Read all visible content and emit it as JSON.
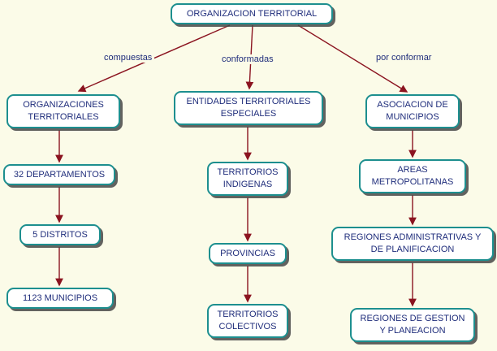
{
  "diagram": {
    "type": "concept-map",
    "root": {
      "label": "ORGANIZACION TERRITORIAL"
    },
    "branches": [
      {
        "edge_label": "compuestas",
        "nodes": [
          {
            "label": "ORGANIZACIONES TERRITORIALES"
          },
          {
            "label": "32 DEPARTAMENTOS"
          },
          {
            "label": "5 DISTRITOS"
          },
          {
            "label": "1123 MUNICIPIOS"
          }
        ]
      },
      {
        "edge_label": "conformadas",
        "nodes": [
          {
            "label": "ENTIDADES TERRITORIALES ESPECIALES"
          },
          {
            "label": "TERRITORIOS INDIGENAS"
          },
          {
            "label": "PROVINCIAS"
          },
          {
            "label": "TERRITORIOS COLECTIVOS"
          }
        ]
      },
      {
        "edge_label": "por conformar",
        "nodes": [
          {
            "label": "ASOCIACION DE MUNICIPIOS"
          },
          {
            "label": "AREAS METROPOLITANAS"
          },
          {
            "label": "REGIONES ADMINISTRATIVAS Y DE PLANIFICACION"
          },
          {
            "label": "REGIONES DE GESTION Y PLANEACION"
          }
        ]
      }
    ],
    "colors": {
      "background": "#fbfbe8",
      "node_fill": "#ffffff",
      "node_border": "#1d8f8f",
      "node_text": "#1f2d7b",
      "arrow": "#8b1420",
      "shadow": "#464646"
    }
  }
}
